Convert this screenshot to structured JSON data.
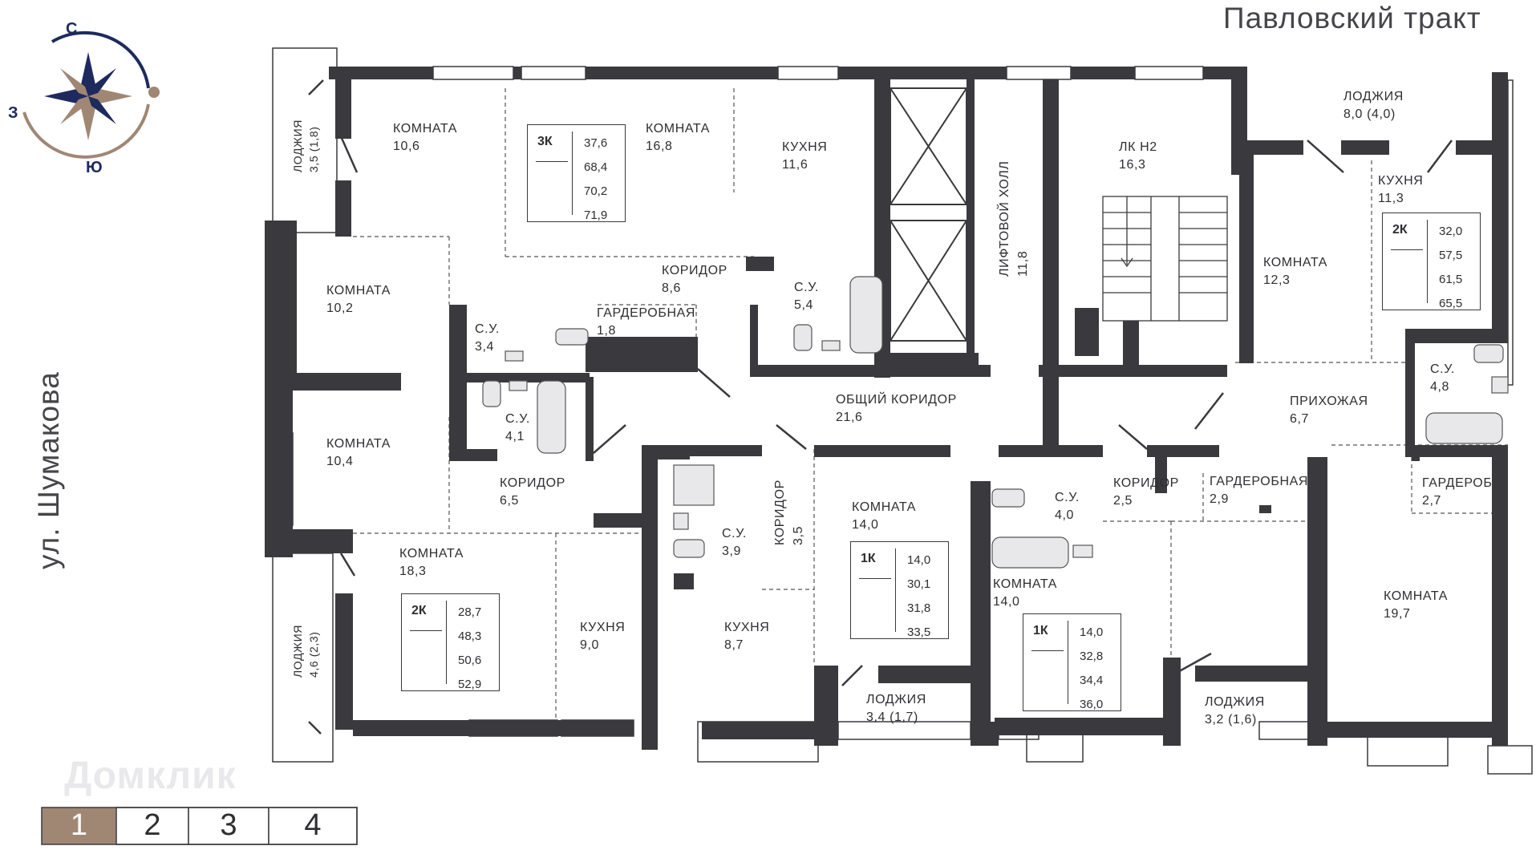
{
  "street_top": "Павловский тракт",
  "street_left": "ул. Шумакова",
  "watermark": "Домклик",
  "compass": {
    "north": "С",
    "west": "З",
    "south": "Ю"
  },
  "floors": {
    "items": [
      "1",
      "2",
      "3",
      "4"
    ],
    "active": "1"
  },
  "colors": {
    "wall": "#3a3a3e",
    "accent": "#a08774",
    "navy": "#1e2a5e"
  },
  "rooms": {
    "loggia_tl": {
      "name": "ЛОДЖИЯ",
      "area": "3,5 (1,8)"
    },
    "room_106": {
      "name": "КОМНАТА",
      "area": "10,6"
    },
    "room_168": {
      "name": "КОМНАТА",
      "area": "16,8"
    },
    "kitchen_116": {
      "name": "КУХНЯ",
      "area": "11,6"
    },
    "lift_hall": {
      "name": "ЛИФТОВОЙ ХОЛЛ",
      "area": "11,8"
    },
    "lk_h2": {
      "name": "ЛК Н2",
      "area": "16,3"
    },
    "loggia_tr": {
      "name": "ЛОДЖИЯ",
      "area": "8,0 (4,0)"
    },
    "kitchen_113": {
      "name": "КУХНЯ",
      "area": "11,3"
    },
    "room_102": {
      "name": "КОМНАТА",
      "area": "10,2"
    },
    "corridor_86": {
      "name": "КОРИДОР",
      "area": "8,6"
    },
    "su_54": {
      "name": "С.У.",
      "area": "5,4"
    },
    "su_34": {
      "name": "С.У.",
      "area": "3,4"
    },
    "wardrobe_18": {
      "name": "ГАРДЕРОБНАЯ",
      "area": "1,8"
    },
    "room_123": {
      "name": "КОМНАТА",
      "area": "12,3"
    },
    "su_48": {
      "name": "С.У.",
      "area": "4,8"
    },
    "su_41": {
      "name": "С.У.",
      "area": "4,1"
    },
    "common_corridor": {
      "name": "ОБЩИЙ КОРИДОР",
      "area": "21,6"
    },
    "hallway_67": {
      "name": "ПРИХОЖАЯ",
      "area": "6,7"
    },
    "room_104": {
      "name": "КОМНАТА",
      "area": "10,4"
    },
    "corridor_65": {
      "name": "КОРИДОР",
      "area": "6,5"
    },
    "corridor_35": {
      "name": "КОРИДОР",
      "area": "3,5"
    },
    "su_39": {
      "name": "С.У.",
      "area": "3,9"
    },
    "room_140a": {
      "name": "КОМНАТА",
      "area": "14,0"
    },
    "su_40": {
      "name": "С.У.",
      "area": "4,0"
    },
    "corridor_25": {
      "name": "КОРИДОР",
      "area": "2,5"
    },
    "wardrobe_29": {
      "name": "ГАРДЕРОБНАЯ",
      "area": "2,9"
    },
    "wardrobe_27": {
      "name": "ГАРДЕРОБ",
      "area": "2,7"
    },
    "room_183": {
      "name": "КОМНАТА",
      "area": "18,3"
    },
    "kitchen_90": {
      "name": "КУХНЯ",
      "area": "9,0"
    },
    "kitchen_87": {
      "name": "КУХНЯ",
      "area": "8,7"
    },
    "room_140b": {
      "name": "КОМНАТА",
      "area": "14,0"
    },
    "room_197": {
      "name": "КОМНАТА",
      "area": "19,7"
    },
    "loggia_bl": {
      "name": "ЛОДЖИЯ",
      "area": "4,6 (2,3)"
    },
    "loggia_34": {
      "name": "ЛОДЖИЯ",
      "area": "3,4 (1,7)"
    },
    "loggia_32": {
      "name": "ЛОДЖИЯ",
      "area": "3,2 (1,6)"
    }
  },
  "apartments": [
    {
      "type": "3К",
      "values": [
        "37,6",
        "68,4",
        "70,2",
        "71,9"
      ]
    },
    {
      "type": "2К",
      "values": [
        "32,0",
        "57,5",
        "61,5",
        "65,5"
      ]
    },
    {
      "type": "1К",
      "values": [
        "14,0",
        "30,1",
        "31,8",
        "33,5"
      ]
    },
    {
      "type": "2К",
      "values": [
        "28,7",
        "48,3",
        "50,6",
        "52,9"
      ]
    },
    {
      "type": "1К",
      "values": [
        "14,0",
        "32,8",
        "34,4",
        "36,0"
      ]
    }
  ]
}
